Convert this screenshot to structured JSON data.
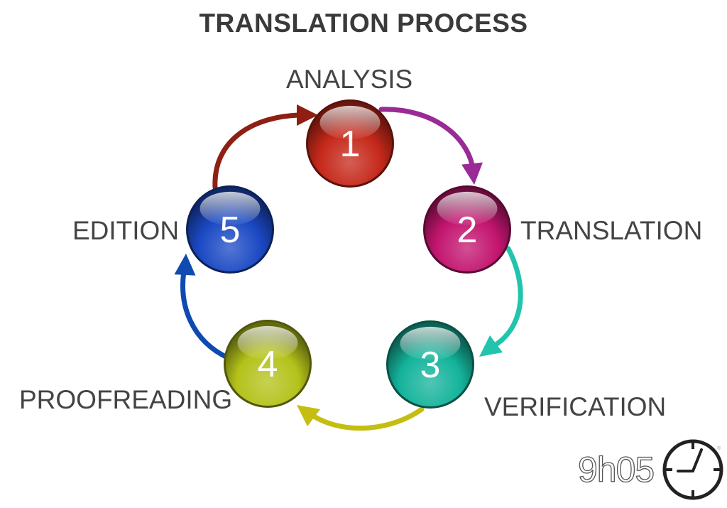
{
  "title": "TRANSLATION PROCESS",
  "steps": [
    {
      "number": "1",
      "label": "ANALYSIS",
      "color": "#c5281a"
    },
    {
      "number": "2",
      "label": "TRANSLATION",
      "color": "#c3156f"
    },
    {
      "number": "3",
      "label": "VERIFICATION",
      "color": "#14b39b"
    },
    {
      "number": "4",
      "label": "PROOFREADING",
      "color": "#b4c21a"
    },
    {
      "number": "5",
      "label": "EDITION",
      "color": "#1b49c4"
    }
  ],
  "arrows": [
    {
      "from": "5",
      "to": "1",
      "color": "#8e1f12"
    },
    {
      "from": "1",
      "to": "2",
      "color": "#9a2a95"
    },
    {
      "from": "2",
      "to": "3",
      "color": "#22c4ad"
    },
    {
      "from": "3",
      "to": "4",
      "color": "#c4be10"
    },
    {
      "from": "4",
      "to": "5",
      "color": "#0f4ab0"
    }
  ],
  "logo": {
    "text": "9h05",
    "icon": "clock-icon"
  }
}
